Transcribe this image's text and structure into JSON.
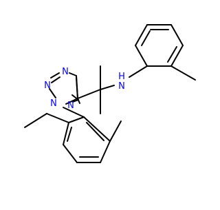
{
  "molecule": {
    "atom_labels": {
      "n1": "N",
      "n2": "N",
      "n3": "N",
      "n4": "N",
      "nh_n": "N",
      "nh_h": "H"
    },
    "colors": {
      "bond": "#000000",
      "nitrogen": "#0000ff",
      "background": "#ffffff"
    }
  }
}
